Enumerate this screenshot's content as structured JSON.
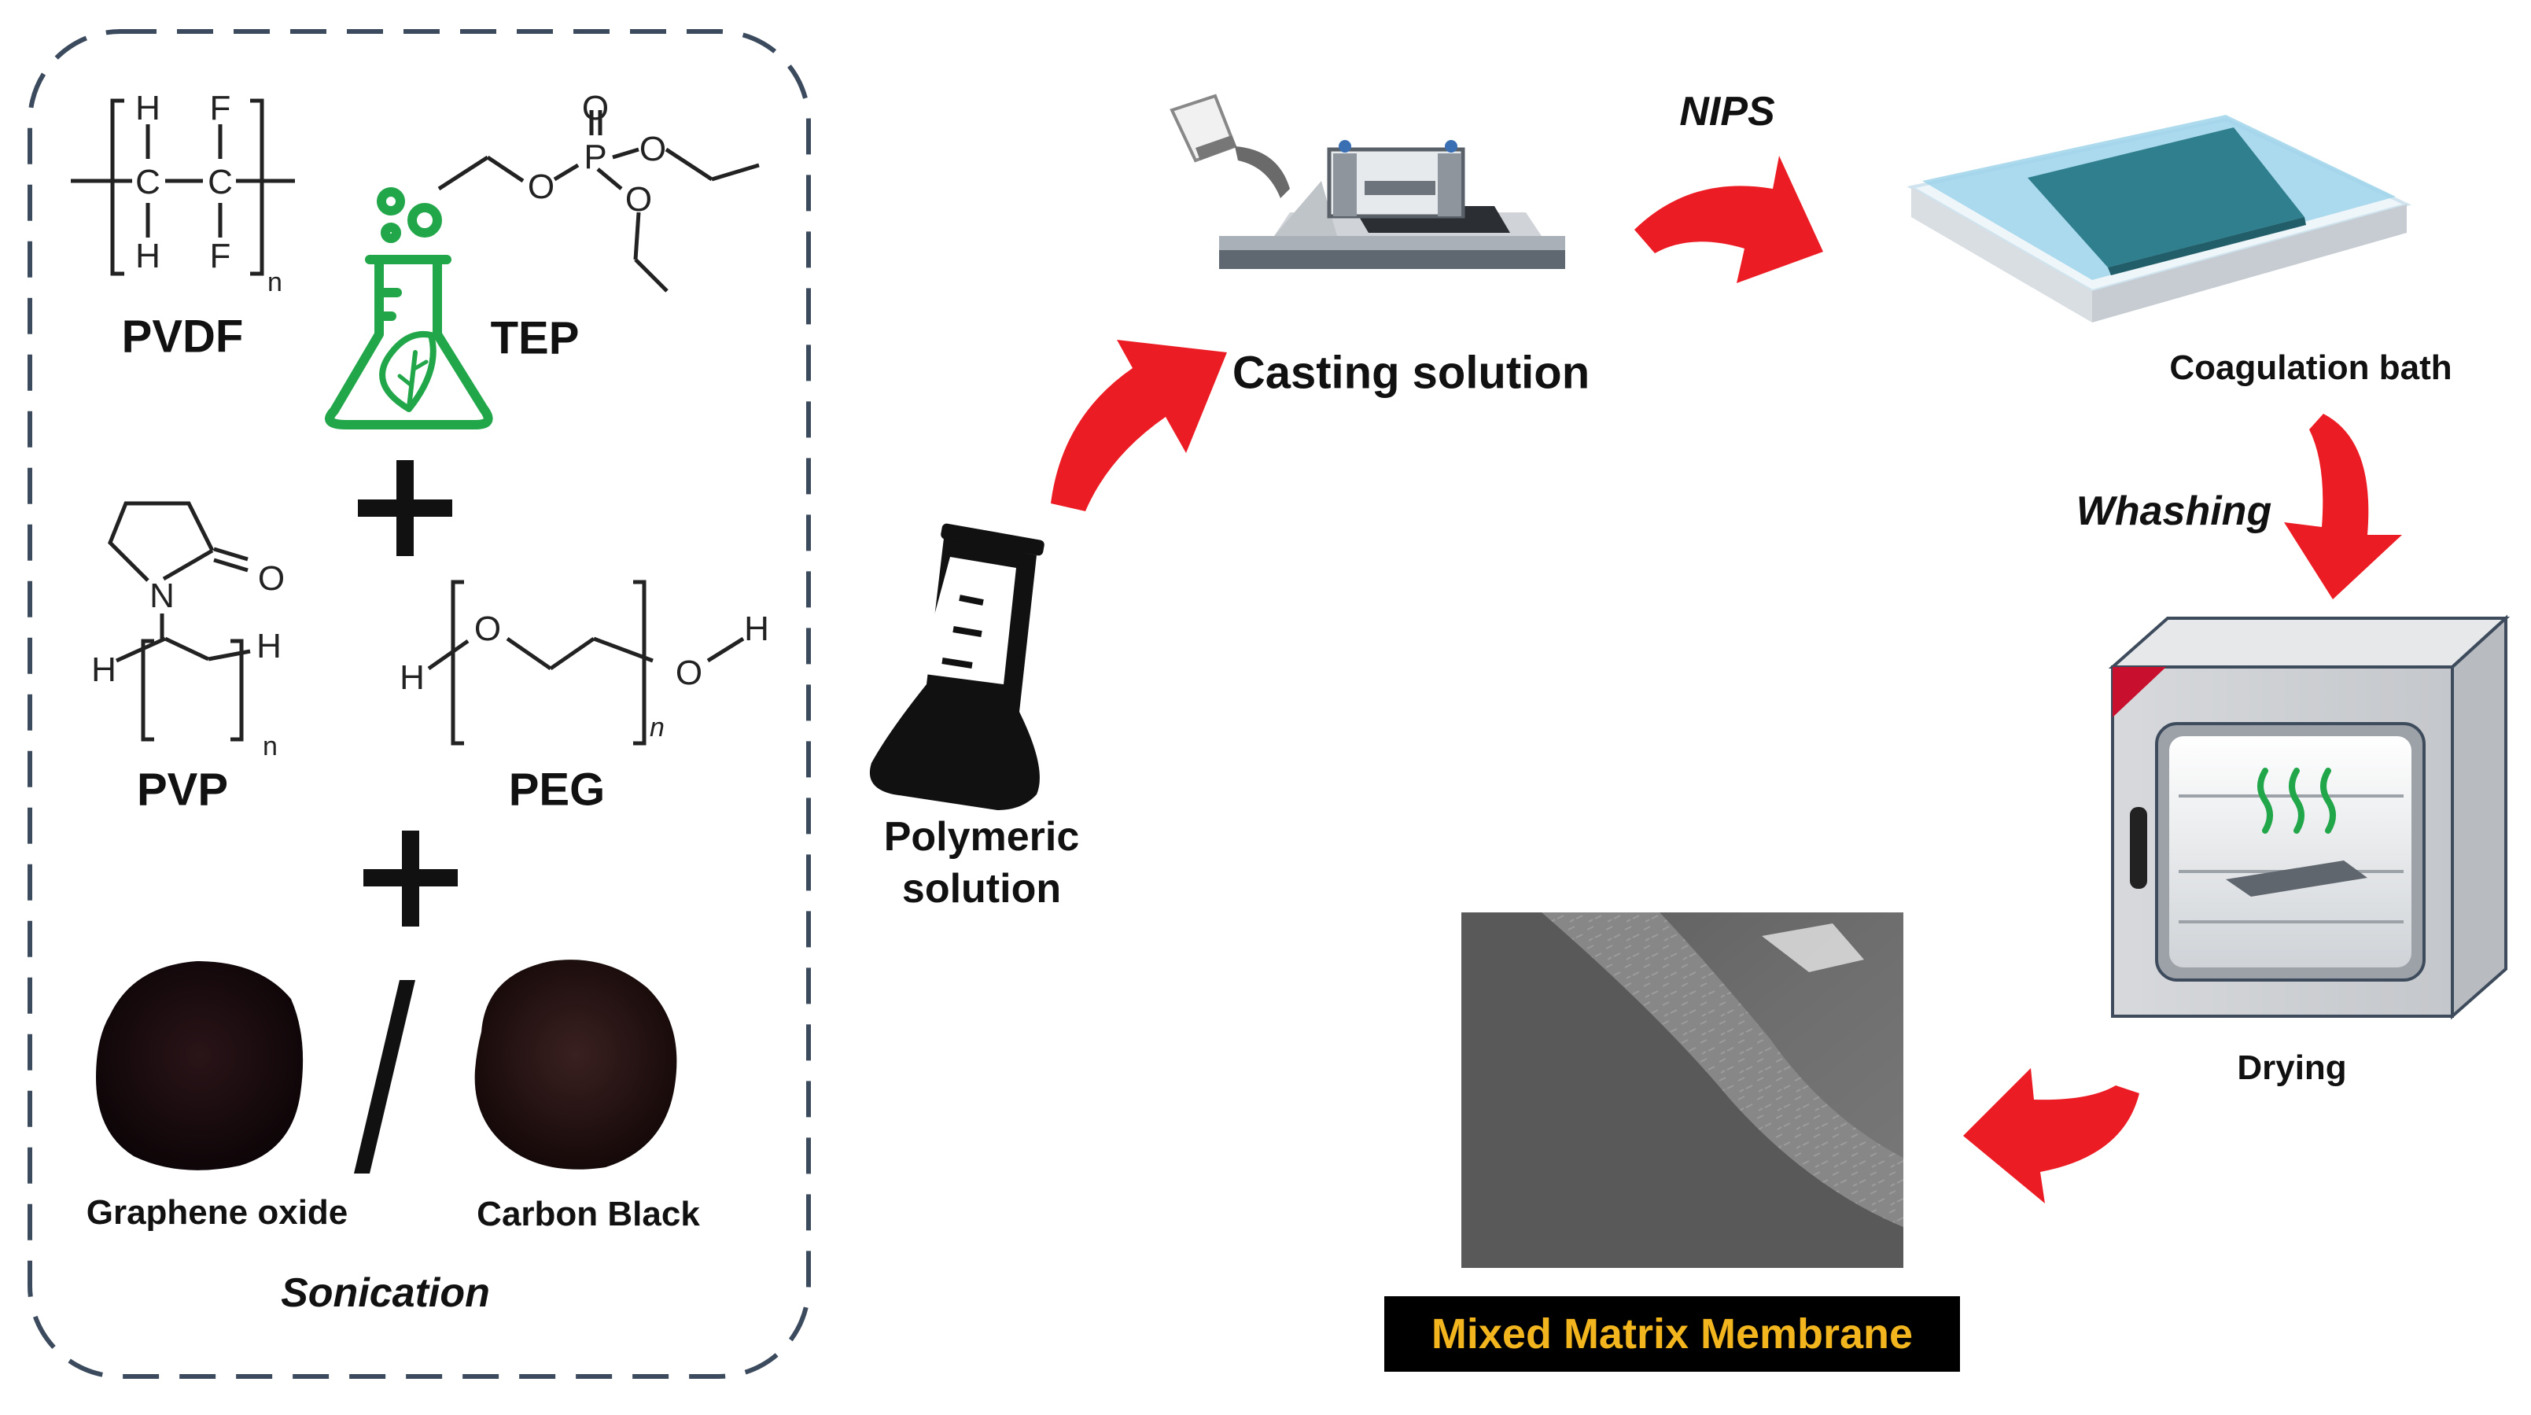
{
  "ingredients": {
    "pvdf": {
      "name": "PVDF",
      "atoms": {
        "h_top": "H",
        "f_top": "F",
        "c1": "C",
        "c2": "C",
        "h_bot": "H",
        "f_bot": "F",
        "repeat": "n"
      }
    },
    "tep": {
      "name": "TEP",
      "atoms": {
        "o_top": "O",
        "p": "P",
        "o_right": "O",
        "o_left": "O",
        "o_bottom": "O"
      }
    },
    "pvp": {
      "name": "PVP",
      "atoms": {
        "n": "N",
        "o": "O",
        "h_left": "H",
        "h_right": "H",
        "repeat": "n"
      }
    },
    "peg": {
      "name": "PEG",
      "atoms": {
        "h_left": "H",
        "o_left": "O",
        "o_right": "O",
        "h_right": "H",
        "repeat": "n"
      }
    },
    "graphene_oxide": "Graphene oxide",
    "carbon_black": "Carbon Black",
    "process": "Sonication"
  },
  "steps": {
    "polymeric_solution": [
      "Polymeric",
      "solution"
    ],
    "casting_solution": "Casting solution",
    "nips": "NIPS",
    "coagulation_bath": "Coagulation bath",
    "washing": "Whashing",
    "drying": "Drying",
    "result": "Mixed Matrix Membrane"
  },
  "colors": {
    "arrow": "#ec1c24",
    "green_flask": "#22a64a",
    "border_dash": "#3c4a5e",
    "bath": "#9fd4ea",
    "membrane": "#2f7f8e",
    "result_text": "#f2b51d"
  },
  "icons": [
    "flask-leaf-icon",
    "erlenmeyer-flask-icon",
    "casting-machine-icon",
    "coagulation-bath-icon",
    "drying-oven-icon",
    "sem-image"
  ]
}
